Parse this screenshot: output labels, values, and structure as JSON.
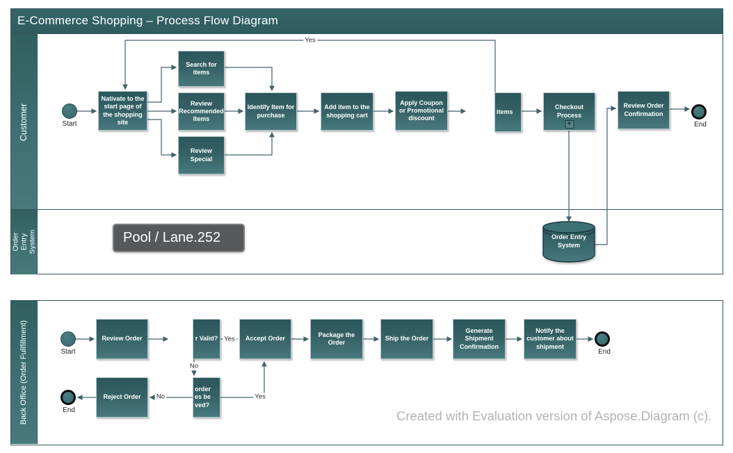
{
  "colors": {
    "shape_top": "#2b565c",
    "shape_bottom": "#47797e",
    "pool_border": "#33545a",
    "connector": "#41606a",
    "tooltip_bg": "#57585a",
    "watermark": "#b2b2b2"
  },
  "top_pool": {
    "title": "E-Commerce Shopping – Process Flow Diagram",
    "lanes": [
      {
        "label": "Customer"
      },
      {
        "label": "Order Entry\nSystem"
      }
    ],
    "start_label": "Start",
    "end_label": "End",
    "loop_label": "Yes",
    "tasks": {
      "navigate": "Nativate to the start page of the shopping site",
      "search": "Search for items",
      "recommended": "Review Recommended Items",
      "special": "Review Special",
      "identify": "Identify Item for purchase",
      "add_to_cart": "Add item to the shopping cart",
      "coupon": "Apply Coupon or Promotional discount",
      "items": "items",
      "checkout": "Checkout Process",
      "checkout_marker": "+",
      "review_confirmation": "Review Order Confirmation"
    },
    "datastore": "Order Entry System"
  },
  "lane_tooltip": "Pool / Lane.252",
  "bottom_pool": {
    "lane": "Back Office (Order Fullfillment)",
    "start_label": "Start",
    "end_label_right": "End",
    "end_label_left": "End",
    "tasks": {
      "review_order": "Review Order",
      "valid": "r Valid?",
      "accept": "Accept Order",
      "package": "Package the Order",
      "ship": "Ship the Order",
      "generate": "Generate Shipment Confirmation",
      "notify": "Notify the customer about shipment",
      "resolve": "order\nes be\nved?",
      "reject": "Reject Order"
    },
    "labels": {
      "valid_yes": "Yes",
      "valid_no": "No",
      "resolve_yes": "Yes",
      "resolve_no": "No"
    }
  },
  "watermark": "Created with Evaluation version of Aspose.Diagram (c)."
}
